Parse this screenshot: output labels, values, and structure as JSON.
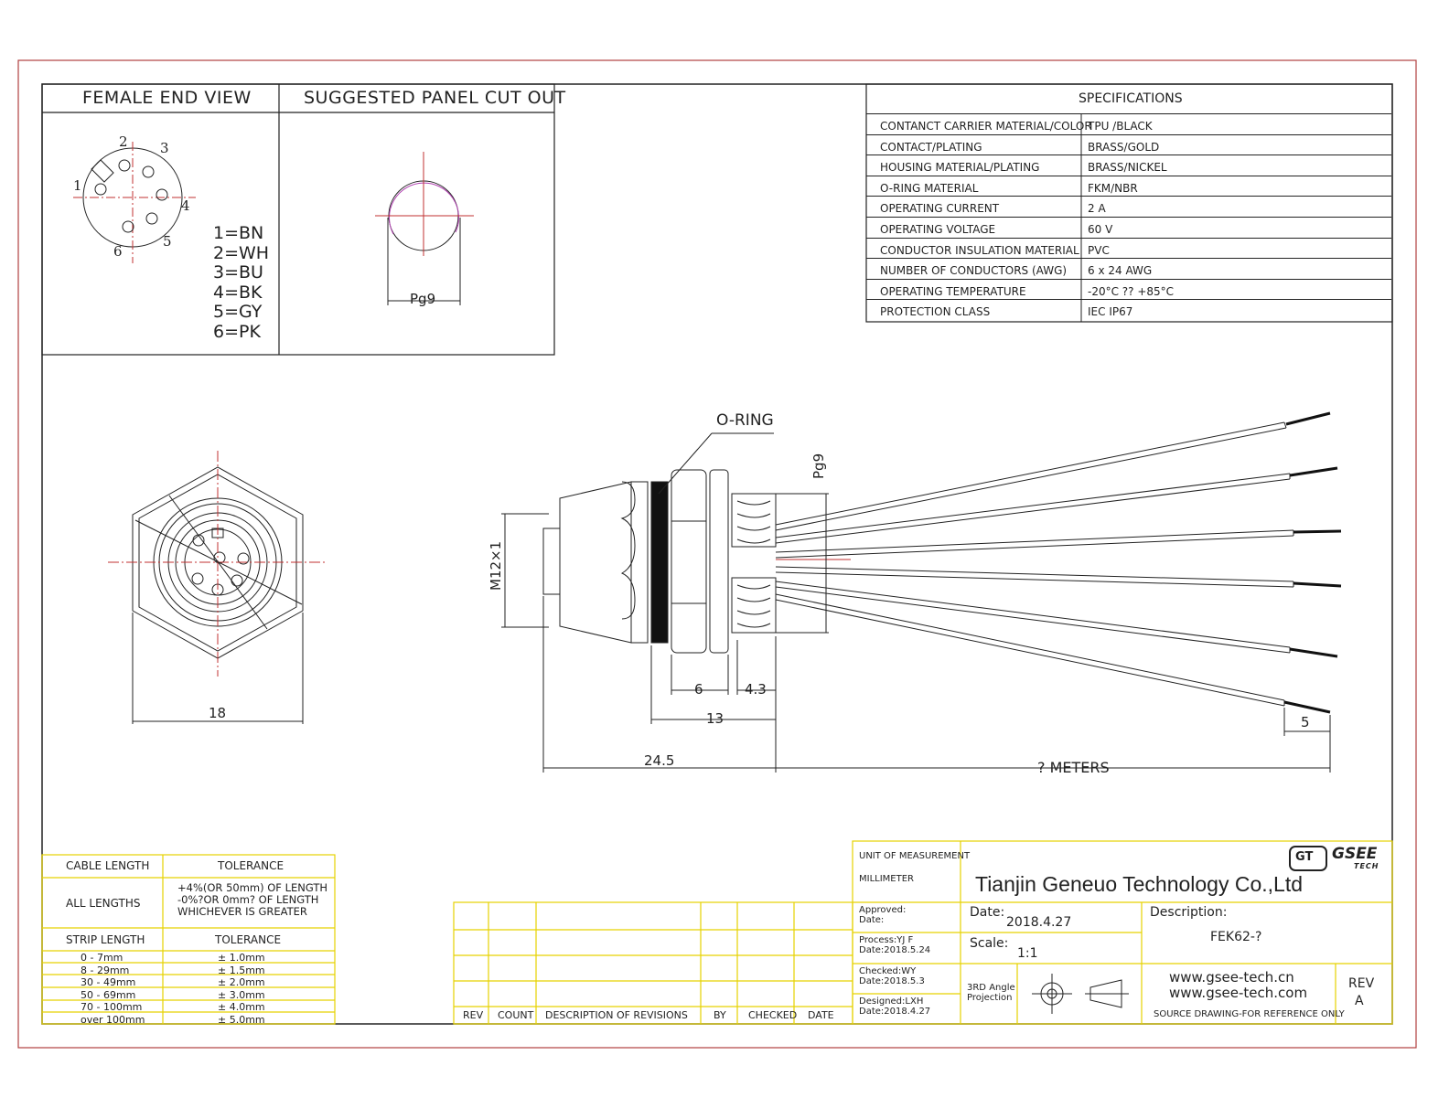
{
  "views": {
    "female_end_view_title": "FEMALE END VIEW",
    "panel_cutout_title": "SUGGESTED PANEL CUT OUT",
    "pin_numbers": [
      "1",
      "2",
      "3",
      "4",
      "5",
      "6"
    ],
    "color_codes": [
      "1=BN",
      "2=WH",
      "3=BU",
      "4=BK",
      "5=GY",
      "6=PK"
    ],
    "cutout_label": "Pg9"
  },
  "specifications": {
    "title": "SPECIFICATIONS",
    "rows": [
      {
        "key": "CONTANCT CARRIER MATERIAL/COLOR",
        "value": "TPU /BLACK"
      },
      {
        "key": "CONTACT/PLATING",
        "value": "BRASS/GOLD"
      },
      {
        "key": "HOUSING MATERIAL/PLATING",
        "value": "BRASS/NICKEL"
      },
      {
        "key": "O-RING  MATERIAL",
        "value": "FKM/NBR"
      },
      {
        "key": "OPERATING CURRENT",
        "value": "2 A"
      },
      {
        "key": "OPERATING VOLTAGE",
        "value": "60 V"
      },
      {
        "key": "CONDUCTOR INSULATION MATERIAL",
        "value": "PVC"
      },
      {
        "key": "NUMBER OF CONDUCTORS (AWG)",
        "value": "6 x 24 AWG"
      },
      {
        "key": "OPERATING TEMPERATURE",
        "value": "-20°C ?? +85°C"
      },
      {
        "key": "PROTECTION CLASS",
        "value": "IEC   IP67"
      }
    ]
  },
  "dimensions": {
    "hex_width": "18",
    "oring": "O-RING",
    "thread_pg9": "Pg9",
    "thread_m12": "M12×1",
    "d6": "6",
    "d43": "4.3",
    "d13": "13",
    "d245": "24.5",
    "d5": "5",
    "cable_length": "? METERS"
  },
  "tolerance_table": {
    "h1": "CABLE LENGTH",
    "h2": "TOLERANCE",
    "all_lengths": "ALL LENGTHS",
    "tol_lines": [
      "+4%(OR 50mm) OF LENGTH",
      "-0%?OR 0mm? OF LENGTH",
      "WHICHEVER  IS  GREATER"
    ],
    "strip_h1": "STRIP LENGTH",
    "strip_h2": "TOLERANCE",
    "strip_rows": [
      {
        "len": "0 - 7mm",
        "tol": "± 1.0mm"
      },
      {
        "len": "8 - 29mm",
        "tol": "± 1.5mm"
      },
      {
        "len": "30 - 49mm",
        "tol": "± 2.0mm"
      },
      {
        "len": "50 - 69mm",
        "tol": "± 3.0mm"
      },
      {
        "len": "70 - 100mm",
        "tol": "± 4.0mm"
      },
      {
        "len": "over 100mm",
        "tol": "± 5.0mm"
      }
    ]
  },
  "revisions": {
    "headers": [
      "REV",
      "COUNT",
      "DESCRIPTION  OF  REVISIONS",
      "BY",
      "CHECKED",
      "DATE"
    ]
  },
  "title_block": {
    "unit_label": "UNIT OF MEASUREMENT",
    "unit_value": "MILLIMETER",
    "company": "Tianjin Geneuo Technology Co.,Ltd",
    "logo_text": "GSEE",
    "logo_sub": "TECH",
    "logo_mark": "GT",
    "approved": "Approved:",
    "approved_date": "Date:",
    "process": "Process:YJ F",
    "process_date": "Date:2018.5.24",
    "checked": "Checked:WY",
    "checked_date": "Date:2018.5.3",
    "designed": "Designed:LXH",
    "designed_date": "Date:2018.4.27",
    "date_label": "Date:",
    "date_value": "2018.4.27",
    "scale_label": "Scale:",
    "scale_value": "1:1",
    "projection_1": "3RD Angle",
    "projection_2": "Projection",
    "description_label": "Description:",
    "description_value": "FEK62-?",
    "web1": "www.gsee-tech.cn",
    "web2": "www.gsee-tech.com",
    "source_note": "SOURCE DRAWING-FOR REFERENCE ONLY",
    "rev_label": "REV",
    "rev_value": "A"
  }
}
